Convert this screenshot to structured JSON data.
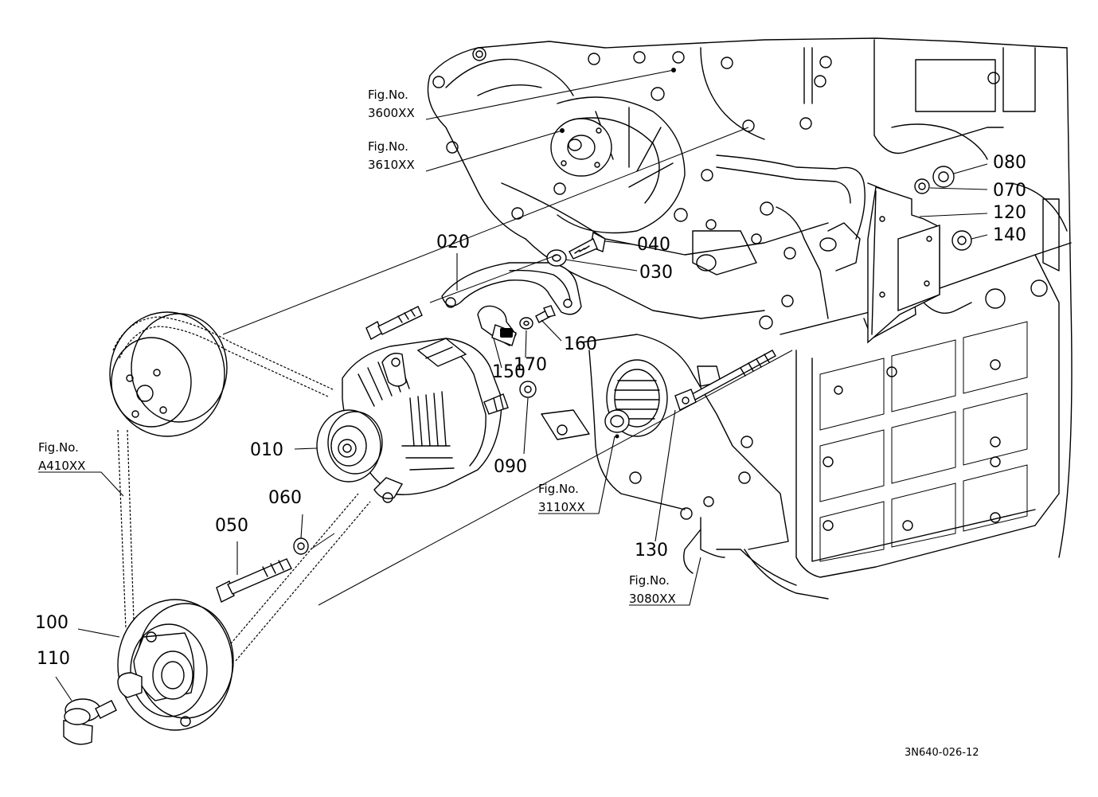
{
  "diagram": {
    "drawing_code": "3N640-026-12",
    "part_labels": [
      {
        "id": "p010",
        "text": "010"
      },
      {
        "id": "p020",
        "text": "020"
      },
      {
        "id": "p030",
        "text": "030"
      },
      {
        "id": "p040",
        "text": "040"
      },
      {
        "id": "p050",
        "text": "050"
      },
      {
        "id": "p060",
        "text": "060"
      },
      {
        "id": "p070",
        "text": "070"
      },
      {
        "id": "p080",
        "text": "080"
      },
      {
        "id": "p090",
        "text": "090"
      },
      {
        "id": "p100",
        "text": "100"
      },
      {
        "id": "p110",
        "text": "110"
      },
      {
        "id": "p120",
        "text": "120"
      },
      {
        "id": "p130",
        "text": "130"
      },
      {
        "id": "p140",
        "text": "140"
      },
      {
        "id": "p150",
        "text": "150"
      },
      {
        "id": "p160",
        "text": "160"
      },
      {
        "id": "p170",
        "text": "170"
      }
    ],
    "figure_refs": [
      {
        "id": "f3600",
        "line1": "Fig.No.",
        "line2": "3600XX"
      },
      {
        "id": "f3610",
        "line1": "Fig.No.",
        "line2": "3610XX"
      },
      {
        "id": "fA410",
        "line1": "Fig.No.",
        "line2": "A410XX"
      },
      {
        "id": "f3110",
        "line1": "Fig.No.",
        "line2": "3110XX"
      },
      {
        "id": "f3080",
        "line1": "Fig.No.",
        "line2": "3080XX"
      }
    ]
  }
}
